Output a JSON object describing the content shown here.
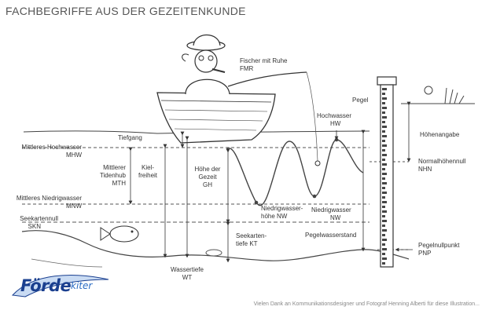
{
  "title": "FACHBEGRIFFE AUS DER GEZEITENKUNDE",
  "labels": {
    "fmr": [
      "Fischer mit Ruhe",
      "FMR"
    ],
    "pegel": [
      "Pegel"
    ],
    "hw": [
      "Hochwasser",
      "HW"
    ],
    "hoehenangabe": [
      "Höhenangabe"
    ],
    "tiefgang": [
      "Tiefgang"
    ],
    "mhw": [
      "Mittleres Hochwasser",
      "MHW"
    ],
    "nhn": [
      "Normalhöhennull",
      "NHN"
    ],
    "mth": [
      "Mittlerer",
      "Tidenhub",
      "MTH"
    ],
    "kielfreiheit": [
      "Kiel-",
      "freiheit"
    ],
    "gh": [
      "Höhe der",
      "Gezeit",
      "GH"
    ],
    "mnw": [
      "Mittleres Niedrigwasser",
      "MNW"
    ],
    "nwh": [
      "Niedrigwasser-",
      "höhe NW"
    ],
    "nw": [
      "Niedrigwasser",
      "NW"
    ],
    "skn": [
      "Seekartennull",
      "SKN"
    ],
    "pegelwasserstand": [
      "Pegelwasserstand"
    ],
    "kt": [
      "Seekarten-",
      "tiefe KT"
    ],
    "pnp": [
      "Pegelnullpunkt",
      "PNP"
    ],
    "wt": [
      "Wassertiefe",
      "WT"
    ]
  },
  "logo": {
    "main": "Förde",
    "sub": "kiter"
  },
  "credit": "Vielen Dank an Kommunikationsdesigner und Fotograf Henning Alberti für diese Illustration...",
  "colors": {
    "ink": "#333333",
    "logo_blue": "#1a3f8f",
    "logo_light": "#2b6cc4"
  }
}
